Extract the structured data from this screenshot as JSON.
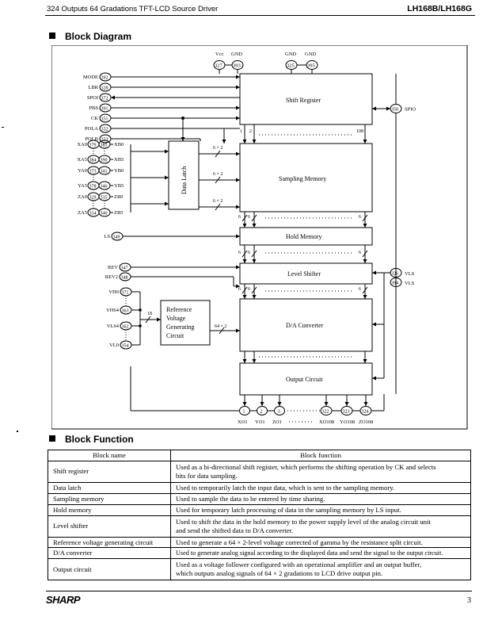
{
  "header": {
    "left": "324 Outputs 64 Gradations TFT-LCD Source Driver",
    "right": "LH168B/LH168G"
  },
  "sections": {
    "diagram_title": "Block Diagram",
    "function_title": "Block Function"
  },
  "diagram": {
    "top_pins": [
      {
        "label": "Vcc",
        "num": "327"
      },
      {
        "label": "GND",
        "num": "393"
      },
      {
        "label": "GND",
        "num": "325"
      },
      {
        "label": "GND",
        "num": "395"
      }
    ],
    "inputs": [
      {
        "name": "MODE",
        "num": "392"
      },
      {
        "name": "LBR",
        "num": "328"
      },
      {
        "name": "SPOI",
        "num": "372"
      },
      {
        "name": "PBS",
        "num": "391"
      },
      {
        "name": "CK",
        "num": "351"
      },
      {
        "name": "POLA",
        "num": "352"
      },
      {
        "name": "POLB",
        "num": "353"
      }
    ],
    "data_pins": [
      {
        "n1": "XA0",
        "p1": "379",
        "p2": "385",
        "n2": "XB0"
      },
      {
        "n1": "XA5",
        "p1": "384",
        "p2": "390",
        "n2": "XB5"
      },
      {
        "n1": "YA0",
        "p1": "373",
        "p2": "341",
        "n2": "YB0"
      },
      {
        "n1": "YA5",
        "p1": "378",
        "p2": "346",
        "n2": "YB5"
      },
      {
        "n1": "ZA0",
        "p1": "329",
        "p2": "335",
        "n2": "ZB0"
      },
      {
        "n1": "ZA5",
        "p1": "334",
        "p2": "340",
        "n2": "ZB5"
      }
    ],
    "ls": {
      "name": "LS",
      "num": "349"
    },
    "rev": [
      {
        "name": "REV",
        "num": "347"
      },
      {
        "name": "REV2",
        "num": "348"
      }
    ],
    "vh_pins": [
      {
        "name": "VH0",
        "num": "371"
      },
      {
        "name": "VH64",
        "num": "363"
      },
      {
        "name": "VL64",
        "num": "362"
      },
      {
        "name": "VL0",
        "num": "354"
      }
    ],
    "spio": {
      "name": "SPIO",
      "num": "350"
    },
    "vls": [
      {
        "name": "VLS",
        "num": "326"
      },
      {
        "name": "VLS",
        "num": "394"
      }
    ],
    "blocks": {
      "shift_register": "Shift Register",
      "data_latch": "Data Latch",
      "sampling_memory": "Sampling Memory",
      "hold_memory": "Hold Memory",
      "level_shifter": "Level Shifter",
      "da_converter": "D/A Converter",
      "output_circuit": "Output Circuit",
      "ref_line1": "Reference",
      "ref_line2": "Voltage",
      "ref_line3": "Generating",
      "ref_line4": "Circuit"
    },
    "bus": {
      "six_by_two": "6 × 2",
      "n18": "18",
      "sixtyfour": "64 × 2",
      "six": "6",
      "one": "1",
      "two": "2",
      "last": "108"
    },
    "outputs": [
      {
        "num": "1",
        "label": "XO1"
      },
      {
        "num": "2",
        "label": "YO1"
      },
      {
        "num": "3",
        "label": "ZO1"
      },
      {
        "num": "322",
        "label": "XO108"
      },
      {
        "num": "323",
        "label": "YO108"
      },
      {
        "num": "324",
        "label": "ZO108"
      }
    ]
  },
  "table": {
    "headers": [
      "Block name",
      "Block function"
    ],
    "rows": [
      {
        "name": "Shift register",
        "func": [
          "Used as a bi-directional shift register, which performs the shifting operation by CK and selects",
          "bits for data sampling."
        ]
      },
      {
        "name": "Data latch",
        "func": [
          "Used to temporarily latch the input data, which is sent to the sampling memory."
        ]
      },
      {
        "name": "Sampling memory",
        "func": [
          "Used to sample the data to be entered by time sharing."
        ]
      },
      {
        "name": "Hold memory",
        "func": [
          "Used for temporary latch processing of data in the sampling memory by LS input."
        ]
      },
      {
        "name": "Level shifter",
        "func": [
          "Used to shift the data in the hold memory to the power supply level of the analog circuit unit",
          "and send the shifted data to D/A converter."
        ]
      },
      {
        "name": "Reference voltage generating circuit",
        "func": [
          "Used to generate a 64 × 2-level voltage corrected of gamma by the resistance split circuit."
        ]
      },
      {
        "name": "D/A converter",
        "func": [
          "Used to generate analog signal according to the displayed data and send the signal to the output circuit."
        ]
      },
      {
        "name": "Output circuit",
        "func": [
          "Used as a voltage follower configured with an operational amplifier and an output buffer,",
          "which outputs analog signals of 64 × 2 gradations to LCD drive output pin."
        ]
      }
    ]
  },
  "footer": {
    "logo": "SHARP",
    "page": "3"
  }
}
